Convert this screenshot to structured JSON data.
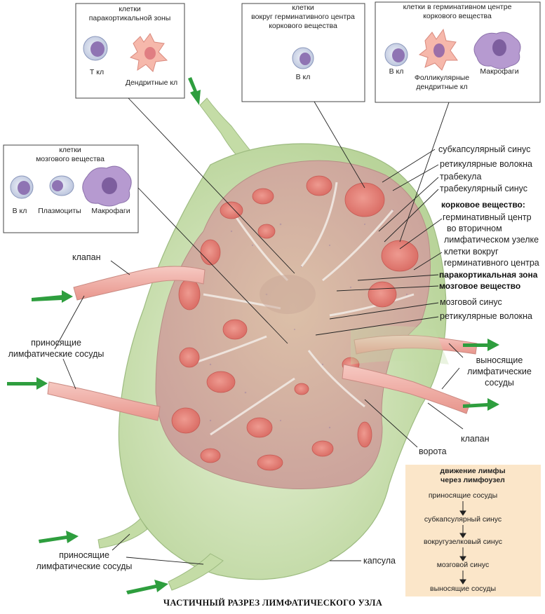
{
  "caption": "ЧАСТИЧНЫЙ РАЗРЕЗ ЛИМФАТИЧЕСКОГО УЗЛА",
  "boxes": {
    "paracortical": {
      "title_line1": "клетки",
      "title_line2": "паракортикальной зоны",
      "cells": [
        "Т кл",
        "Дендритные кл"
      ]
    },
    "germinal_around": {
      "title_line1": "клетки",
      "title_line2": "вокруг герминативного центра",
      "title_line3": "коркового вещества",
      "cells": [
        "В кл"
      ]
    },
    "germinal_in": {
      "title_line1": "клетки в герминативном центре",
      "title_line2": "коркового вещества",
      "cells": [
        "В кл",
        "Фолликулярные",
        "дендритные кл",
        "Макрофаги"
      ]
    },
    "medulla": {
      "title_line1": "клетки",
      "title_line2": "мозгового вещества",
      "cells": [
        "В кл",
        "Плазмоциты",
        "Макрофаги"
      ]
    }
  },
  "labels_right": {
    "subcapsular_sinus": "субкапсулярный синус",
    "reticular_fibers_1": "ретикулярные волокна",
    "trabecula": "трабекула",
    "trabecular_sinus": "трабекулярный синус",
    "cortex": "корковое вещество:",
    "germ_center_1": "герминативный центр",
    "germ_center_2": "во вторичном",
    "germ_center_3": "лимфатическом узелке",
    "around_germ_1": "клетки вокруг",
    "around_germ_2": "герминативного центра",
    "paracortical_zone": "паракортикальная зона",
    "medulla": "мозговое вещество",
    "medullary_sinus": "мозговой синус",
    "reticular_fibers_2": "ретикулярные волокна"
  },
  "labels_left": {
    "valve": "клапан",
    "afferent_1": "приносящие",
    "afferent_2": "лимфатические сосуды",
    "afferent_bottom_1": "приносящие",
    "afferent_bottom_2": "лимфатические сосуды"
  },
  "labels_lower_right": {
    "efferent_1": "выносящие",
    "efferent_2": "лимфатические",
    "efferent_3": "сосуды",
    "valve": "клапан",
    "hilum": "ворота",
    "capsule": "капсула"
  },
  "flow": {
    "title_1": "движение лимфы",
    "title_2": "через лимфоузел",
    "steps": [
      "приносящие сосуды",
      "субкапсулярный синус",
      "вокругузелковый синус",
      "мозговой синус",
      "выносящие сосуды"
    ]
  },
  "colors": {
    "capsule": "#cfe3b5",
    "tissue": "#d9b7a8",
    "nodule": "#e7837a",
    "arrow": "#2e9e3e"
  }
}
